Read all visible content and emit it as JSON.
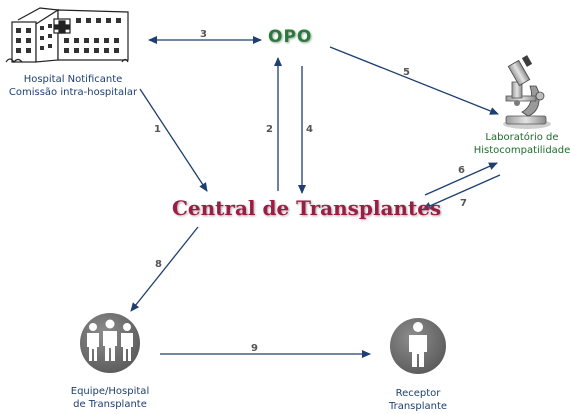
{
  "colors": {
    "arrow": "#1e3f70",
    "central": "#9c1d44",
    "opo": "#2a7a3e",
    "lab_label": "#1f6b2f",
    "node_label": "#1e3f70",
    "person_circle": "#6a6a6a"
  },
  "nodes": {
    "hospital": {
      "line1": "Hospital Notificante",
      "line2": "Comissão intra-hospitalar",
      "icon": "hospital-building-icon"
    },
    "opo": {
      "label": "OPO"
    },
    "laboratory": {
      "line1": "Laboratório de",
      "line2": "Histocompatilidade",
      "icon": "microscope-icon"
    },
    "central": {
      "label": "Central de Transplantes"
    },
    "team": {
      "line1": "Equipe/Hospital",
      "line2": "de Transplante",
      "icon": "group-people-icon"
    },
    "receptor": {
      "line1": "Receptor",
      "line2": "Transplante",
      "icon": "person-icon"
    }
  },
  "edges": [
    {
      "label": "1",
      "from": "hospital",
      "to": "central"
    },
    {
      "label": "2",
      "from": "central",
      "to": "opo"
    },
    {
      "label": "3",
      "from": "hospital",
      "to": "opo",
      "bidirectional": true
    },
    {
      "label": "4",
      "from": "opo",
      "to": "central"
    },
    {
      "label": "5",
      "from": "opo",
      "to": "laboratory"
    },
    {
      "label": "6",
      "from": "central",
      "to": "laboratory"
    },
    {
      "label": "7",
      "from": "laboratory",
      "to": "central"
    },
    {
      "label": "8",
      "from": "central",
      "to": "team"
    },
    {
      "label": "9",
      "from": "team",
      "to": "receptor"
    }
  ]
}
